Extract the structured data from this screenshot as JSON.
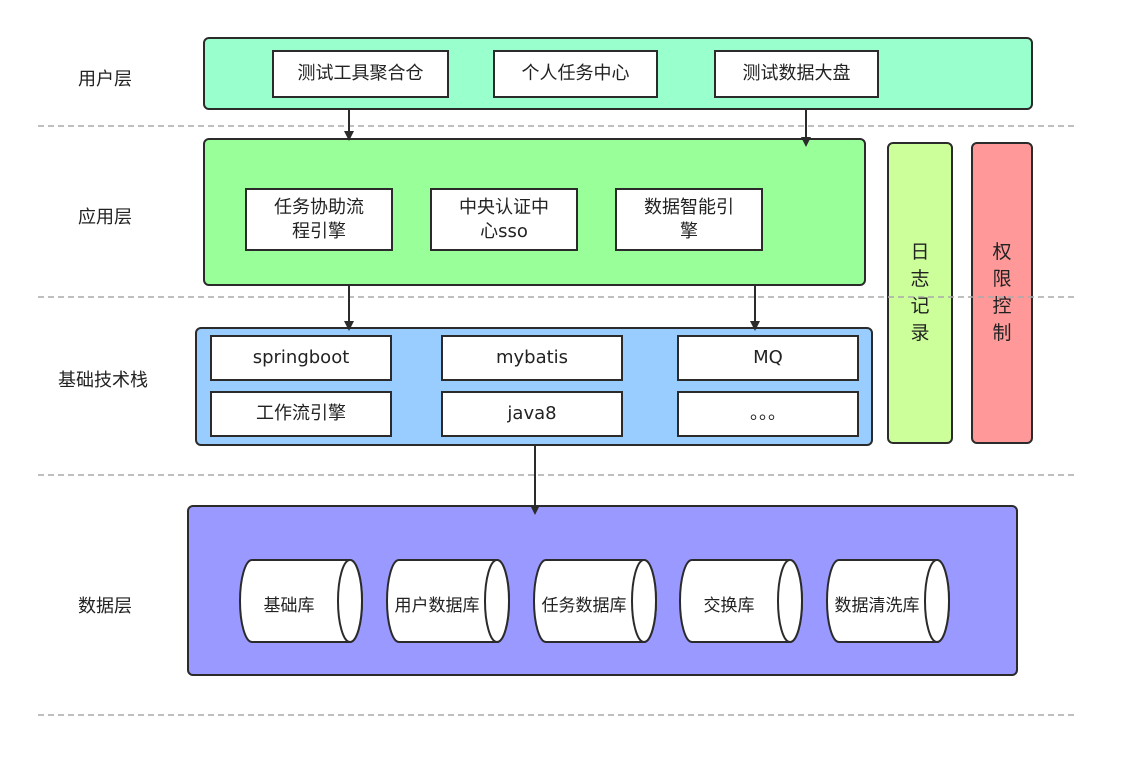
{
  "layers": {
    "user": "用户层",
    "app": "应用层",
    "tech": "基础技术栈",
    "data": "数据层"
  },
  "user_layer": {
    "items": [
      "测试工具聚合仓",
      "个人任务中心",
      "测试数据大盘"
    ]
  },
  "app_layer": {
    "items": [
      {
        "line1": "任务协助流",
        "line2": "程引擎"
      },
      {
        "line1": "中央认证中",
        "line2": "心sso"
      },
      {
        "line1": "数据智能引",
        "line2": "擎"
      }
    ]
  },
  "tech_stack": {
    "items": [
      "springboot",
      "mybatis",
      "MQ",
      "工作流引擎",
      "java8",
      "。。。"
    ]
  },
  "data_layer": {
    "dbs": [
      "基础库",
      "用户数据库",
      "任务数据库",
      "交换库",
      "数据清洗库"
    ]
  },
  "side": {
    "log": "日志记录",
    "auth": "权限控制"
  },
  "colors": {
    "user_panel": "#99ffcc",
    "app_panel": "#99ff99",
    "tech_panel": "#99ccff",
    "data_panel": "#9999ff",
    "log_bar": "#ccff99",
    "auth_bar": "#ff9999",
    "stroke": "#2b2b2b",
    "dashed": "#aaaaaa"
  }
}
